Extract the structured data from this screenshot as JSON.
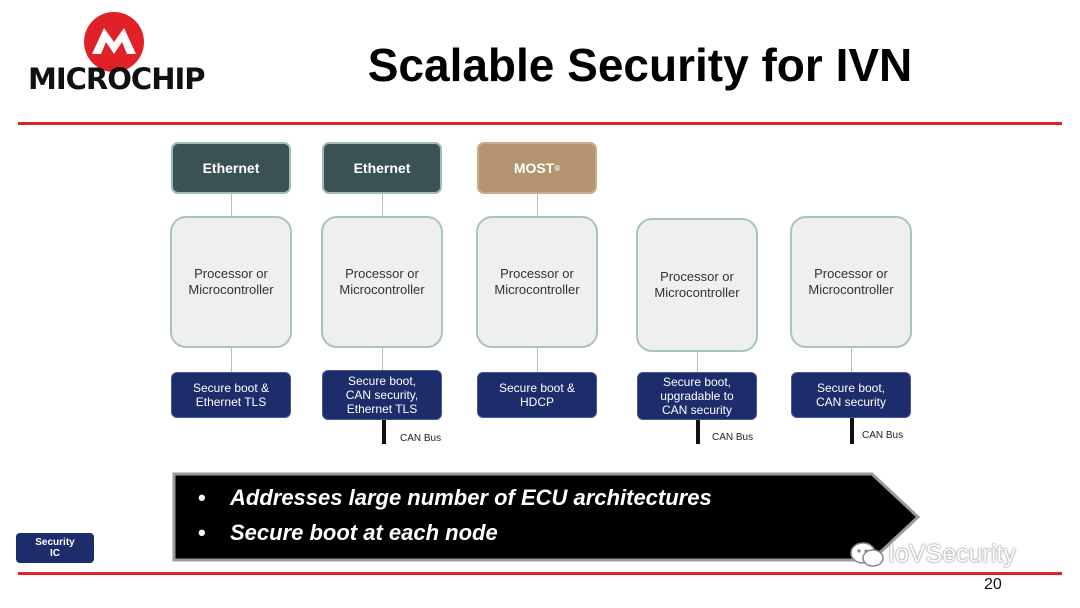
{
  "header": {
    "logo_text": "MICROCHIP",
    "title": "Scalable Security for IVN"
  },
  "colors": {
    "accent_red": "#e02127",
    "ethernet_box": "#3a5254",
    "most_box": "#b49470",
    "security_box": "#1d2c6b",
    "processor_box": "#efefef"
  },
  "columns": [
    {
      "network": "Ethernet",
      "network_type": "ethernet",
      "processor": "Processor or\nMicrocontroller",
      "security": "Secure boot &\nEthernet TLS",
      "bus_label": ""
    },
    {
      "network": "Ethernet",
      "network_type": "ethernet",
      "processor": "Processor or\nMicrocontroller",
      "security": "Secure boot,\nCAN security,\nEthernet TLS",
      "bus_label": "CAN Bus"
    },
    {
      "network": "MOST",
      "network_sup": "®",
      "network_type": "most",
      "processor": "Processor or\nMicrocontroller",
      "security": "Secure boot &\nHDCP",
      "bus_label": ""
    },
    {
      "network": "",
      "processor": "Processor or\nMicrocontroller",
      "security": "Secure boot,\nupgradable to\nCAN security",
      "bus_label": "CAN Bus"
    },
    {
      "network": "",
      "processor": "Processor or\nMicrocontroller",
      "security": "Secure boot,\nCAN security",
      "bus_label": "CAN Bus"
    }
  ],
  "banner": {
    "bullets": [
      "Addresses large number of ECU architectures",
      "Secure boot at each node"
    ]
  },
  "legend": {
    "security_ic": "Security\nIC"
  },
  "watermark": "IoVSecurity",
  "page_number": "20"
}
